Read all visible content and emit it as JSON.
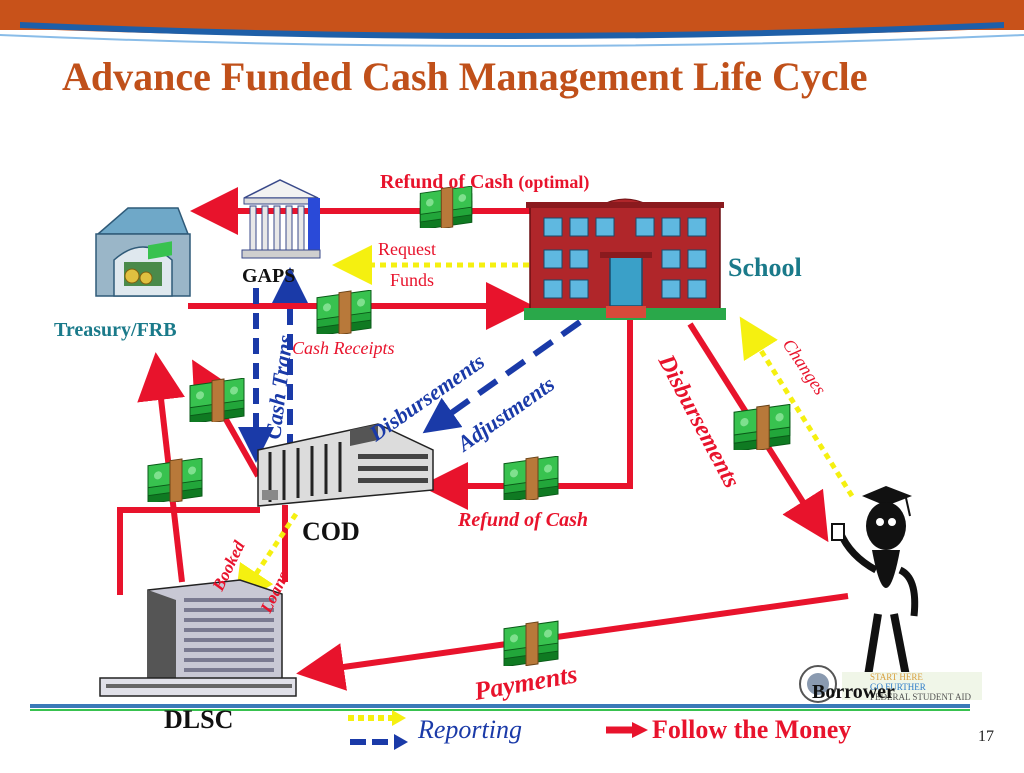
{
  "slide": {
    "title": "Advance Funded Cash Management Life Cycle",
    "page_number": "17"
  },
  "colors": {
    "title": "#c0501a",
    "money_arrow": "#e8132c",
    "reporting_arrow": "#f5f010",
    "dashed_arrow": "#1a3aa8",
    "entity_label": "#1a7a8a",
    "header_band": "#c8521a",
    "header_band_inner": "#1e5fa8"
  },
  "nodes": {
    "treasury": {
      "label": "Treasury/FRB",
      "icon": "bank-vault-icon"
    },
    "gaps": {
      "label": "GAPS",
      "icon": "government-building-icon"
    },
    "school": {
      "label": "School",
      "icon": "school-building-icon"
    },
    "cod": {
      "label": "COD",
      "icon": "office-building-icon"
    },
    "dlsc": {
      "label": "DLSC",
      "icon": "tower-building-icon"
    },
    "borrower": {
      "label": "Borrower",
      "icon": "graduate-figure-icon"
    }
  },
  "flows": {
    "refund_top": "Refund of Cash",
    "refund_top_note": "(optimal)",
    "request_funds_1": "Request",
    "request_funds_2": "Funds",
    "cash_receipts": "Cash Receipts",
    "cash_trans": "Cash Trans",
    "disbursements_blue": "Disbursements",
    "adjustments": "Adjustments",
    "disbursements_red": "Disbursements",
    "changes": "Changes",
    "refund_cod": "Refund of Cash",
    "booked": "Booked",
    "loans": "Loans",
    "payments": "Payments"
  },
  "legend": {
    "reporting": "Reporting",
    "follow_money": "Follow the Money"
  },
  "logo": {
    "line1": "START HERE",
    "line2": "GO FURTHER",
    "line3": "FEDERAL STUDENT AID"
  }
}
